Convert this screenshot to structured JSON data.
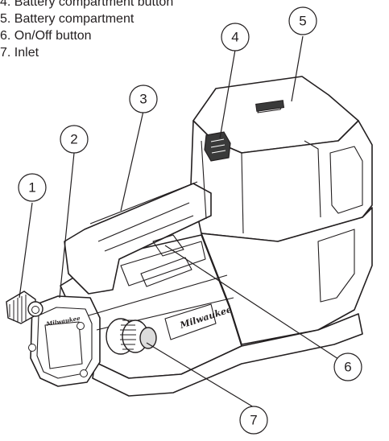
{
  "legend": [
    "4. Battery compartment button",
    "5. Battery compartment",
    "6. On/Off button",
    "7. Inlet"
  ],
  "callouts": [
    "1",
    "2",
    "3",
    "4",
    "5",
    "6",
    "7"
  ],
  "brand_logo_text": "Milwaukee",
  "colors": {
    "line": "#231f20",
    "body_fill": "#ffffff",
    "shade": "#dcdcdc",
    "dark": "#3a3a3a"
  }
}
